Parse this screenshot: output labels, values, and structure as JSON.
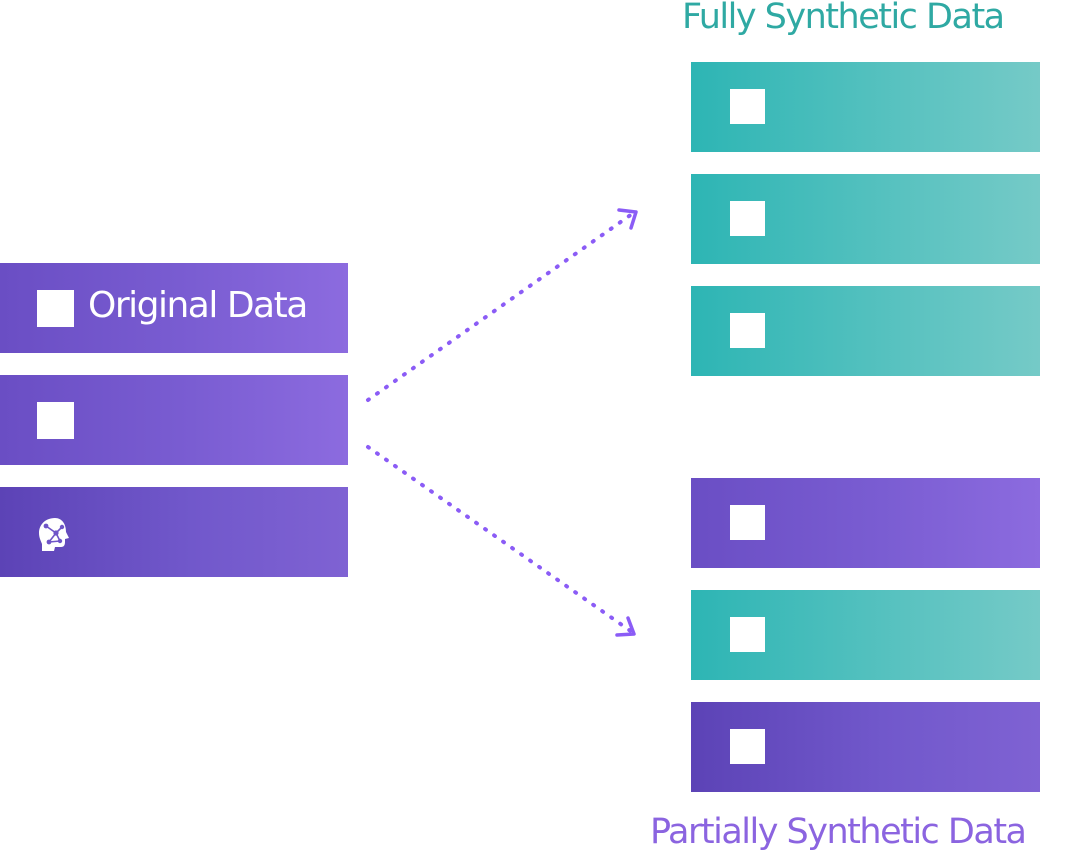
{
  "diagram": {
    "original": {
      "label": "Original Data",
      "rows": [
        {
          "icon": "square-icon",
          "has_label": true
        },
        {
          "icon": "square-icon"
        },
        {
          "icon": "brain-icon"
        }
      ]
    },
    "fully_synthetic": {
      "title": "Fully Synthetic Data",
      "rows": [
        {
          "icon": "square-icon"
        },
        {
          "icon": "square-icon"
        },
        {
          "icon": "square-icon"
        }
      ]
    },
    "partially_synthetic": {
      "title": "Partially Synthetic Data",
      "rows": [
        {
          "icon": "square-icon"
        },
        {
          "icon": "square-icon"
        },
        {
          "icon": "square-icon"
        }
      ]
    },
    "arrows": [
      {
        "from": "original",
        "to": "fully_synthetic",
        "style": "dotted"
      },
      {
        "from": "original",
        "to": "partially_synthetic",
        "style": "dotted"
      }
    ],
    "colors": {
      "purple": "#7a5dd2",
      "teal": "#2db5b4",
      "arrow": "#8b5cf6",
      "title_full": "#2fa9a3",
      "title_partial": "#8b64e0"
    }
  }
}
